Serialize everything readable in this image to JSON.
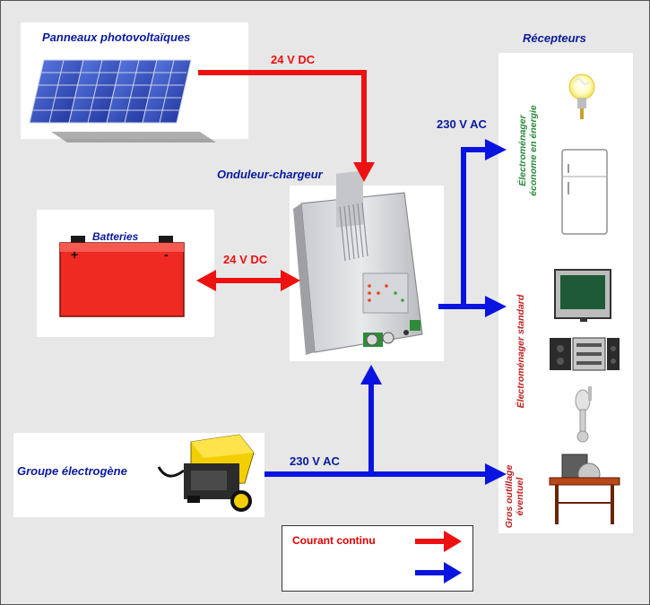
{
  "title": "",
  "labels": {
    "solar_panels": "Panneaux photovoltaïques",
    "batteries": "Batteries",
    "inverter": "Onduleur-chargeur",
    "generator": "Groupe électrogène",
    "receivers": "Récepteurs"
  },
  "voltages": {
    "solar_dc": "24 V DC",
    "battery_dc": "24 V DC",
    "output_ac": "230 V AC",
    "generator_ac": "230 V AC"
  },
  "battery_terminals": {
    "plus": "+",
    "minus": "-"
  },
  "receiver_groups": [
    {
      "line1": "Électroménager",
      "line2": "économe en énergie",
      "color": "#2e8b3a"
    },
    {
      "line1": "Électroménager standard",
      "line2": "",
      "color": "#c0201f"
    },
    {
      "line1": "Gros outillage",
      "line2": "éventuel",
      "color": "#c0201f"
    }
  ],
  "legend": {
    "dc_label": "Courant continu",
    "ac_label": ""
  },
  "colors": {
    "dc": "#ee1111",
    "ac": "#0a14e0",
    "label_navy": "#0a1a9c",
    "legend_red": "#e00000"
  }
}
